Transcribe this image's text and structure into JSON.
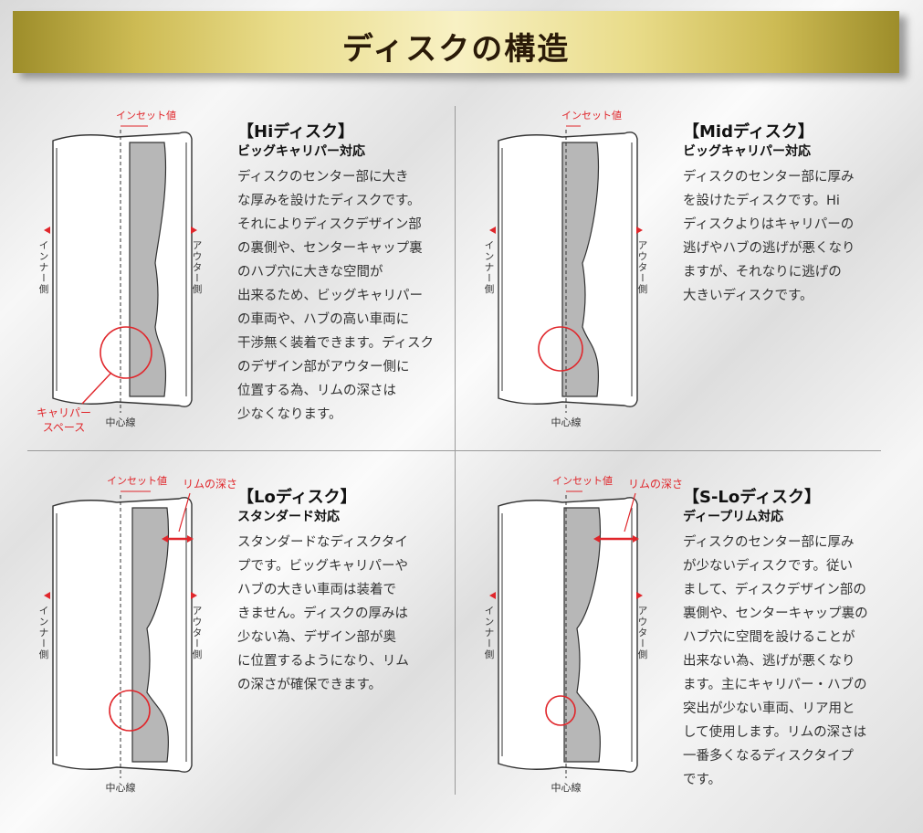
{
  "header": {
    "title": "ディスクの構造"
  },
  "diagram_labels": {
    "inset": "インセット値",
    "inner_side": "インナー側",
    "outer_side": "アウター側",
    "center_line": "中心線",
    "rim_depth": "リムの深さ",
    "caliper_space_line1": "キャリパー",
    "caliper_space_line2": "スペース"
  },
  "sections": {
    "hi": {
      "title": "【Hiディスク】",
      "subtitle": "ビッグキャリパー対応",
      "lines": [
        "ディスクのセンター部に大き",
        "な厚みを設けたディスクです。",
        "それによりディスクデザイン部",
        "の裏側や、センターキャップ裏",
        "のハブ穴に大きな空間が",
        "出来るため、ビッグキャリパー",
        "の車両や、ハブの高い車両に",
        "干渉無く装着できます。ディスク",
        "のデザイン部がアウター側に",
        "位置する為、リムの深さは",
        "少なくなります。"
      ]
    },
    "mid": {
      "title": "【Midディスク】",
      "subtitle": "ビッグキャリパー対応",
      "lines": [
        "ディスクのセンター部に厚み",
        "を設けたディスクです。Hi",
        "ディスクよりはキャリパーの",
        "逃げやハブの逃げが悪くなり",
        "ますが、それなりに逃げの",
        "大きいディスクです。"
      ]
    },
    "lo": {
      "title": "【Loディスク】",
      "subtitle": "スタンダード対応",
      "lines": [
        "スタンダードなディスクタイ",
        "プです。ビッグキャリパーや",
        "ハブの大きい車両は装着で",
        "きません。ディスクの厚みは",
        "少ない為、デザイン部が奥",
        "に位置するようになり、リム",
        "の深さが確保できます。"
      ]
    },
    "slo": {
      "title": "【S-Loディスク】",
      "subtitle": "ディープリム対応",
      "lines": [
        "ディスクのセンター部に厚み",
        "が少ないディスクです。従い",
        "まして、ディスクデザイン部の",
        "裏側や、センターキャップ裏の",
        "ハブ穴に空間を設けることが",
        "出来ない為、逃げが悪くなり",
        "ます。主にキャリパー・ハブの",
        "突出が少ない車両、リア用と",
        "して使用します。リムの深さは",
        "一番多くなるディスクタイプ",
        "です。"
      ]
    }
  },
  "colors": {
    "accent_red": "#e0262b",
    "disc_gray": "#b7b7b7",
    "gold": "#e9dc8a"
  }
}
